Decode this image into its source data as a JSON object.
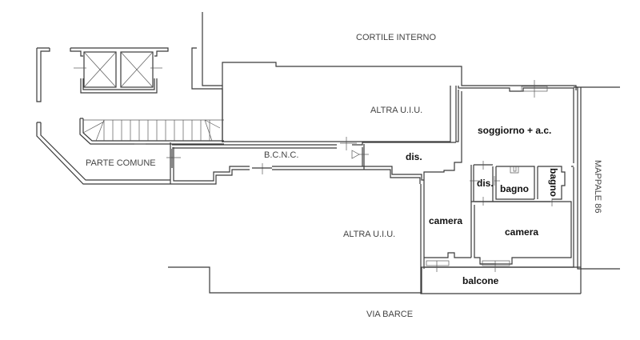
{
  "plan": {
    "labels": {
      "cortile": "CORTILE INTERNO",
      "altra_top": "ALTRA U.I.U.",
      "altra_bottom": "ALTRA U.I.U.",
      "bcnc": "B.C.N.C.",
      "parte_comune": "PARTE COMUNE",
      "via": "VIA BARCE",
      "mappale": "MAPPALE 86"
    },
    "rooms": {
      "soggiorno": "soggiorno + a.c.",
      "dis_main": "dis.",
      "dis_small": "dis.",
      "bagno1": "bagno",
      "bagno2": "bagno",
      "camera1": "camera",
      "camera2": "camera",
      "balcone": "balcone"
    },
    "colors": {
      "line": "#3a3a3a",
      "background": "#ffffff"
    }
  }
}
